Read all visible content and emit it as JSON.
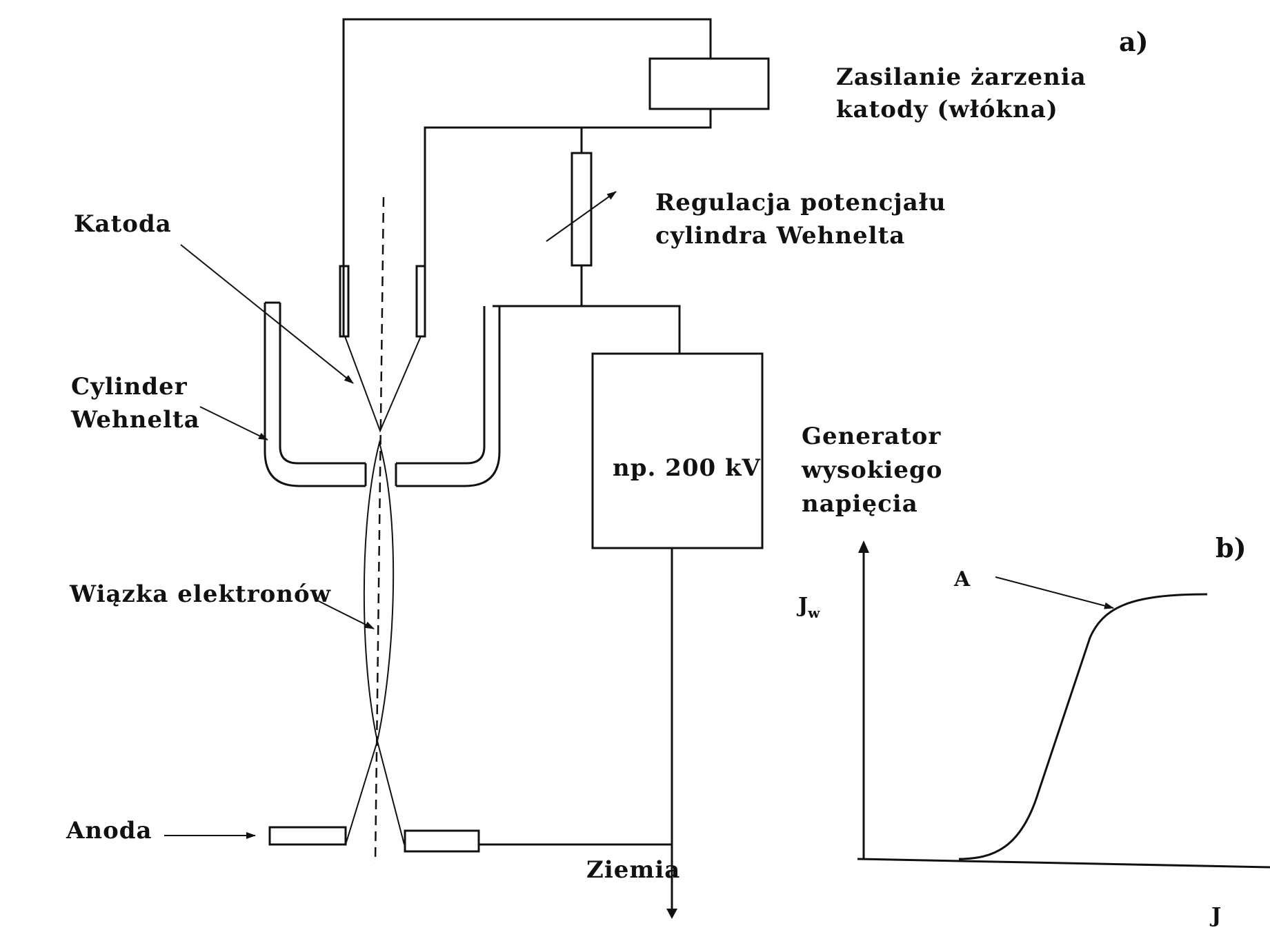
{
  "panels": {
    "a": "a)",
    "b": "b)"
  },
  "labels": {
    "cathode_supply_1": "Zasilanie żarzenia",
    "cathode_supply_2": "katody (włókna)",
    "wehnelt_reg_1": "Regulacja potencjału",
    "wehnelt_reg_2": "cylindra Wehnelta",
    "cathode": "Katoda",
    "wehnelt_1": "Cylinder",
    "wehnelt_2": "Wehnelta",
    "voltage": "np. 200 kV",
    "hv_gen_1": "Generator",
    "hv_gen_2": "wysokiego",
    "hv_gen_3": "napięcia",
    "beam": "Wiązka elektronów",
    "anode": "Anoda",
    "ground": "Ziemia"
  },
  "graph": {
    "y_label": "J",
    "y_label_sub": "w",
    "x_label": "J",
    "point": "A"
  }
}
